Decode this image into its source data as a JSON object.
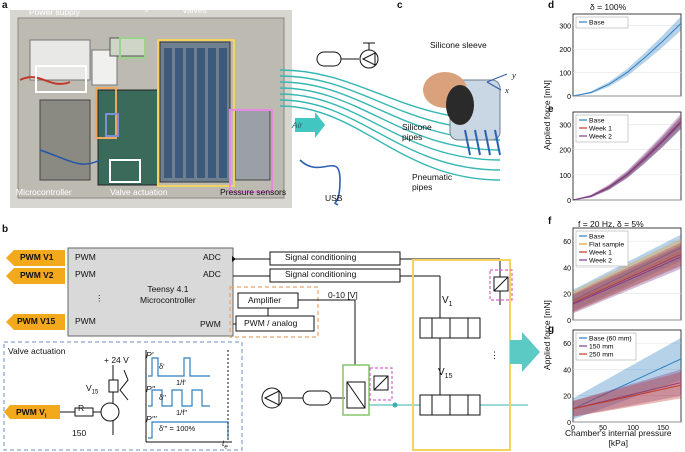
{
  "panels": {
    "a": "a",
    "b": "b",
    "c": "c",
    "d": "d",
    "e": "e",
    "f": "f",
    "g": "g"
  },
  "panel_a": {
    "labels": {
      "power_supply": "Power supply",
      "pressure_regulator": "Pressure regulator",
      "valves": "Valves",
      "microcontroller": "Microcontroller",
      "valve_actuation": "Valve actuation",
      "pressure_sensors": "Pressure sensors",
      "air": "Air",
      "usb": "USB"
    }
  },
  "panel_c": {
    "labels": {
      "silicone_sleeve": "Silicone sleeve",
      "silicone_pipes": "Silicone\npipes",
      "pneumatic_pipes": "Pneumatic\npipes",
      "axis_y": "y",
      "axis_x": "x"
    }
  },
  "panel_b": {
    "pwm_inputs": [
      "PWM V1",
      "PWM V2",
      "PWM V15"
    ],
    "vdots": "⋮",
    "pwm_pins": [
      "PWM",
      "PWM",
      "PWM"
    ],
    "adc_pins": [
      "ADC",
      "ADC"
    ],
    "mcu_name": "Teensy 4.1\nMicrocontroller",
    "mcu_pwm": "PWM",
    "signal_conditioning": "Signal conditioning",
    "amplifier": "Amplifier",
    "pwm_analog": "PWM / analog",
    "voltage": "0-10 [V]",
    "valve_v1": "V",
    "valve_v1_sub": "1",
    "valve_v15": "V",
    "valve_v15_sub": "15",
    "valve_actuation_title": "Valve actuation",
    "plus24": "+ 24 V",
    "v15": "V",
    "v15_sub": "15",
    "r": "R",
    "r_val": "150",
    "pwm_vi": "PWM V",
    "pwm_vi_sub": "i",
    "wave_labels": [
      "P'",
      "P''",
      "P'''"
    ],
    "delta_labels": [
      "δ'",
      "δ''",
      "δ''' = 100%"
    ],
    "period_labels": [
      "1/f'",
      "1/f''"
    ],
    "t_label": "t",
    "t_sub": "e"
  },
  "chart_data": [
    {
      "panel": "d",
      "type": "line",
      "title": "δ = 100%",
      "ylabel": "Applied force [mN]",
      "xlim": [
        0,
        180
      ],
      "ylim": [
        0,
        350
      ],
      "yticks": [
        0,
        100,
        200,
        300
      ],
      "series": [
        {
          "name": "Base",
          "color": "#2f7fc1",
          "x": [
            0,
            30,
            60,
            90,
            120,
            150,
            180
          ],
          "y": [
            0,
            15,
            50,
            100,
            165,
            235,
            310
          ],
          "band": [
            0,
            5,
            10,
            15,
            20,
            25,
            30
          ]
        }
      ]
    },
    {
      "panel": "e",
      "type": "line",
      "ylim": [
        0,
        350
      ],
      "xlim": [
        0,
        180
      ],
      "yticks": [
        0,
        100,
        200,
        300
      ],
      "series": [
        {
          "name": "Base",
          "color": "#2f7fc1",
          "x": [
            0,
            30,
            60,
            90,
            120,
            150,
            180
          ],
          "y": [
            0,
            14,
            48,
            98,
            162,
            232,
            305
          ],
          "band": [
            0,
            4,
            8,
            12,
            16,
            20,
            24
          ]
        },
        {
          "name": "Week 1",
          "color": "#c0392b",
          "x": [
            0,
            30,
            60,
            90,
            120,
            150,
            180
          ],
          "y": [
            0,
            15,
            50,
            100,
            165,
            235,
            310
          ],
          "band": [
            0,
            4,
            8,
            12,
            16,
            20,
            24
          ]
        },
        {
          "name": "Week 2",
          "color": "#7b3f8f",
          "x": [
            0,
            30,
            60,
            90,
            120,
            150,
            180
          ],
          "y": [
            0,
            16,
            52,
            102,
            168,
            238,
            314
          ],
          "band": [
            0,
            5,
            10,
            15,
            20,
            25,
            30
          ]
        }
      ]
    },
    {
      "panel": "f",
      "type": "line",
      "title": "f = 20 Hz, δ = 5%",
      "xlim": [
        0,
        180
      ],
      "ylim": [
        0,
        70
      ],
      "yticks": [
        0,
        20,
        40,
        60
      ],
      "series": [
        {
          "name": "Base",
          "color": "#2f7fc1",
          "x": [
            0,
            180
          ],
          "y": [
            15,
            55
          ],
          "band": [
            8,
            10
          ]
        },
        {
          "name": "Flat sample",
          "color": "#e39b3a",
          "x": [
            0,
            180
          ],
          "y": [
            14,
            52
          ],
          "band": [
            8,
            10
          ]
        },
        {
          "name": "Week 1",
          "color": "#c0392b",
          "x": [
            0,
            180
          ],
          "y": [
            13,
            50
          ],
          "band": [
            7,
            9
          ]
        },
        {
          "name": "Week 2",
          "color": "#7b3f8f",
          "x": [
            0,
            180
          ],
          "y": [
            12,
            48
          ],
          "band": [
            7,
            9
          ]
        }
      ]
    },
    {
      "panel": "g",
      "type": "line",
      "xlabel": "Chamber's internal pressure\n[kPa]",
      "xlim": [
        0,
        180
      ],
      "ylim": [
        0,
        70
      ],
      "xticks": [
        0,
        50,
        100,
        150
      ],
      "yticks": [
        0,
        20,
        40,
        60
      ],
      "series": [
        {
          "name": "Base (60 mm)",
          "color": "#2f7fc1",
          "x": [
            0,
            180
          ],
          "y": [
            10,
            48
          ],
          "band": [
            8,
            16
          ]
        },
        {
          "name": "150 mm",
          "color": "#7b3f8f",
          "x": [
            0,
            180
          ],
          "y": [
            10,
            30
          ],
          "band": [
            6,
            10
          ]
        },
        {
          "name": "250 mm",
          "color": "#c0392b",
          "x": [
            0,
            180
          ],
          "y": [
            10,
            28
          ],
          "band": [
            6,
            10
          ]
        }
      ]
    }
  ],
  "shared_ylabel": "Applied force [mN]"
}
